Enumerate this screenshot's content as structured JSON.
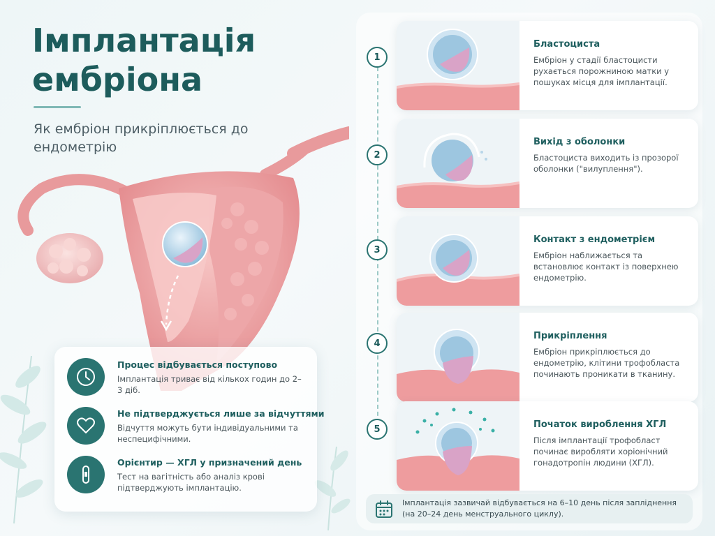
{
  "header": {
    "title_line1": "Імплантація",
    "title_line2": "ембріона",
    "subtitle": "Як ембріон прикріплюється до ендометрію"
  },
  "info": [
    {
      "icon": "clock-icon",
      "title": "Процес відбувається поступово",
      "text": "Імплантація триває від кількох годин до 2–3 діб."
    },
    {
      "icon": "heart-icon",
      "title": "Не підтверджується лише за відчуттями",
      "text": "Відчуття можуть бути індивідуальними та неспецифічними."
    },
    {
      "icon": "pregnancy-test-icon",
      "title": "Орієнтир — ХГЛ у призначений день",
      "text": "Тест на вагітність або аналіз крові підтверджують імплантацію."
    }
  ],
  "steps": [
    {
      "number": "1",
      "title": "Бластоциста",
      "text": "Ембріон у стадії бластоцисти рухається порожниною матки у пошуках місця для імплантації."
    },
    {
      "number": "2",
      "title": "Вихід з оболонки",
      "text": "Бластоциста виходить із прозорої оболонки (\"вилуплення\")."
    },
    {
      "number": "3",
      "title": "Контакт з ендометрієм",
      "text": "Ембріон наближається та встановлює контакт із поверхнею ендометрію."
    },
    {
      "number": "4",
      "title": "Прикріплення",
      "text": "Ембріон прикріплюється до ендометрію, клітини трофобласта починають проникати в тканину."
    },
    {
      "number": "5",
      "title": "Початок вироблення ХГЛ",
      "text": "Після імплантації трофобласт починає виробляти хоріонічний гонадотропін людини (ХГЛ)."
    }
  ],
  "note": {
    "icon": "calendar-icon",
    "text": "Імплантація зазвичай відбувається на 6–10 день після запліднення (на 20–24 день менструального циклу)."
  },
  "colors": {
    "accent": "#2a7471",
    "title": "#1d5c5c",
    "tissue": "#ef9ea0",
    "embryo": "#b9d6ea"
  }
}
